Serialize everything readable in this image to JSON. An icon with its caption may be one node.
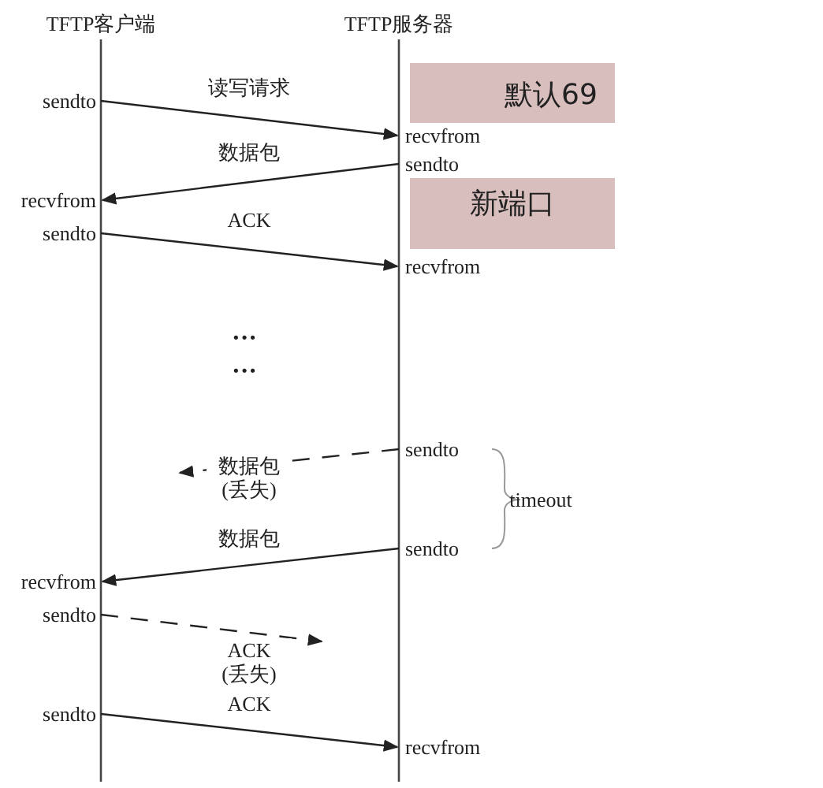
{
  "diagram": {
    "nodes": [
      {
        "text": [
          "TFTP客户端"
        ]
      },
      {
        "text": [
          "TFTP服务器"
        ]
      },
      {
        "text": [
          "sendto"
        ]
      },
      {
        "text": [
          "recvfrom"
        ]
      },
      {
        "text": [
          "sendto"
        ]
      },
      {
        "text": [
          "recvfrom"
        ]
      },
      {
        "text": [
          "sendto"
        ]
      },
      {
        "text": [
          "recvfrom"
        ]
      },
      {
        "text": [
          "sendto"
        ]
      },
      {
        "text": [
          "sendto"
        ]
      },
      {
        "text": [
          "recvfrom"
        ]
      },
      {
        "text": [
          "sendto"
        ]
      },
      {
        "text": [
          "sendto"
        ]
      },
      {
        "text": [
          "recvfrom"
        ]
      },
      {
        "text": [
          "默认69"
        ]
      },
      {
        "text": [
          "新端口"
        ]
      }
    ],
    "edges": [
      {
        "from": 2,
        "to": 3,
        "arrow": "to",
        "label": "读写请求"
      },
      {
        "from": 4,
        "to": 5,
        "arrow": "to",
        "label": "数据包"
      },
      {
        "from": 6,
        "to": 7,
        "arrow": "to",
        "label": "ACK"
      },
      {
        "from": 8,
        "to": null,
        "arrow": "to",
        "label": "数据包 (丢失)",
        "style": "dashed"
      },
      {
        "from": 9,
        "to": 10,
        "arrow": "to",
        "label": "数据包"
      },
      {
        "from": 11,
        "to": null,
        "arrow": "to",
        "label": "ACK (丢失)",
        "style": "dashed"
      },
      {
        "from": 12,
        "to": 13,
        "arrow": "to",
        "label": "ACK"
      }
    ],
    "labels": [
      "···",
      "···",
      "timeout"
    ]
  }
}
